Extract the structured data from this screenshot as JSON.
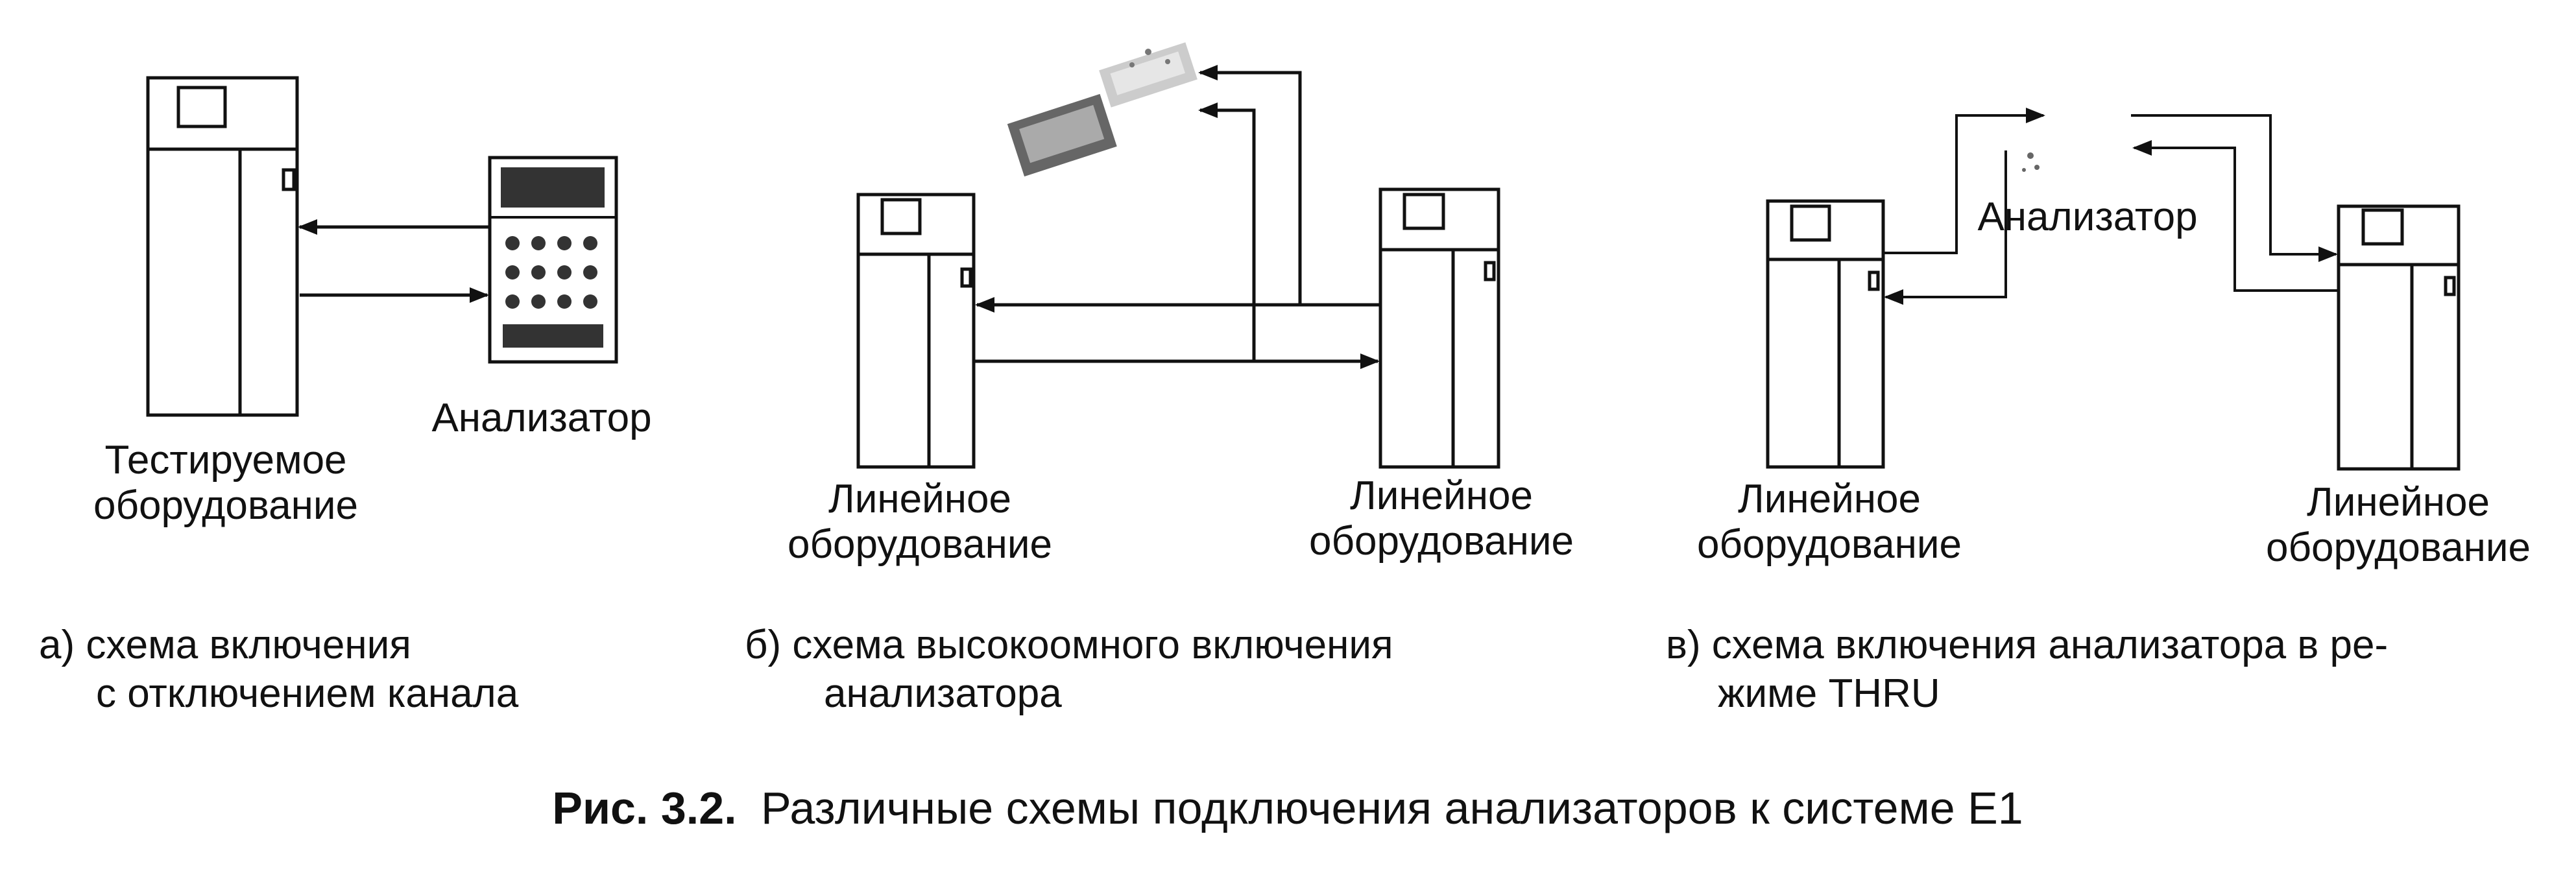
{
  "panels": {
    "a": {
      "device_label_line1": "Тестируемое",
      "device_label_line2": "оборудование",
      "analyzer_label": "Анализатор",
      "caption_line1": "а) схема включения",
      "caption_line2": "с отключением канала"
    },
    "b": {
      "left_label_line1": "Линейное",
      "left_label_line2": "оборудование",
      "right_label_line1": "Линейное",
      "right_label_line2": "оборудование",
      "caption_line1": "б) схема высокоомного включения",
      "caption_line2": "анализатора"
    },
    "c": {
      "analyzer_label": "Анализатор",
      "left_label_line1": "Линейное",
      "left_label_line2": "оборудование",
      "right_label_line1": "Линейное",
      "right_label_line2": "оборудование",
      "caption_line1": "в) схема включения анализатора в ре-",
      "caption_line2": "жиме THRU"
    }
  },
  "figure_caption": {
    "number": "Рис. 3.2.",
    "text": "Различные схемы подключения анализаторов к системе E1"
  },
  "colors": {
    "ink": "#111111",
    "paper": "#ffffff",
    "shade": "#555555"
  }
}
